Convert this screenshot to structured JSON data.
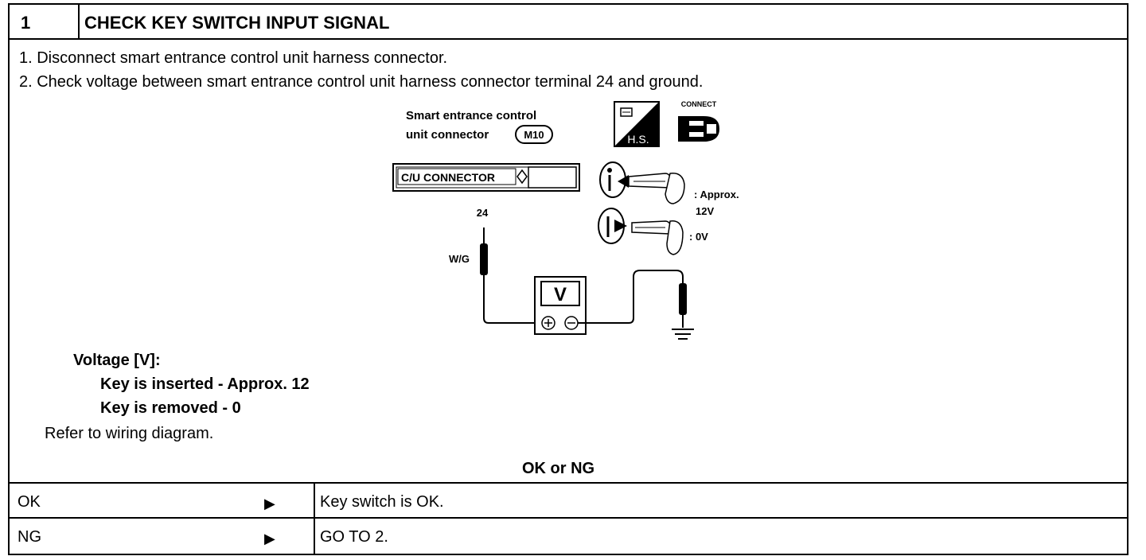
{
  "header": {
    "step_number": "1",
    "title": "CHECK KEY SWITCH INPUT SIGNAL"
  },
  "procedure": {
    "steps": [
      "1.  Disconnect smart entrance control unit harness connector.",
      "2.  Check voltage between smart entrance control unit harness connector terminal 24 and ground."
    ]
  },
  "diagram": {
    "connector_caption_line1": "Smart entrance control",
    "connector_caption_line2": "unit connector",
    "connector_id": "M10",
    "hs_label": "H.S.",
    "connect_label": "CONNECT",
    "cu_connector_label": "C/U CONNECTOR",
    "terminal": "24",
    "wire_color": "W/G",
    "key_inserted_value_line1": ": Approx.",
    "key_inserted_value_line2": "12V",
    "key_removed_value": ": 0V",
    "meter_label": "V"
  },
  "spec": {
    "heading": "Voltage [V]:",
    "inserted": "Key is inserted - Approx. 12",
    "removed": "Key is removed - 0",
    "reference": "Refer to wiring diagram."
  },
  "result": {
    "question": "OK or NG",
    "rows": [
      {
        "condition": "OK",
        "action": "Key switch is OK."
      },
      {
        "condition": "NG",
        "action": "GO TO 2."
      }
    ]
  }
}
